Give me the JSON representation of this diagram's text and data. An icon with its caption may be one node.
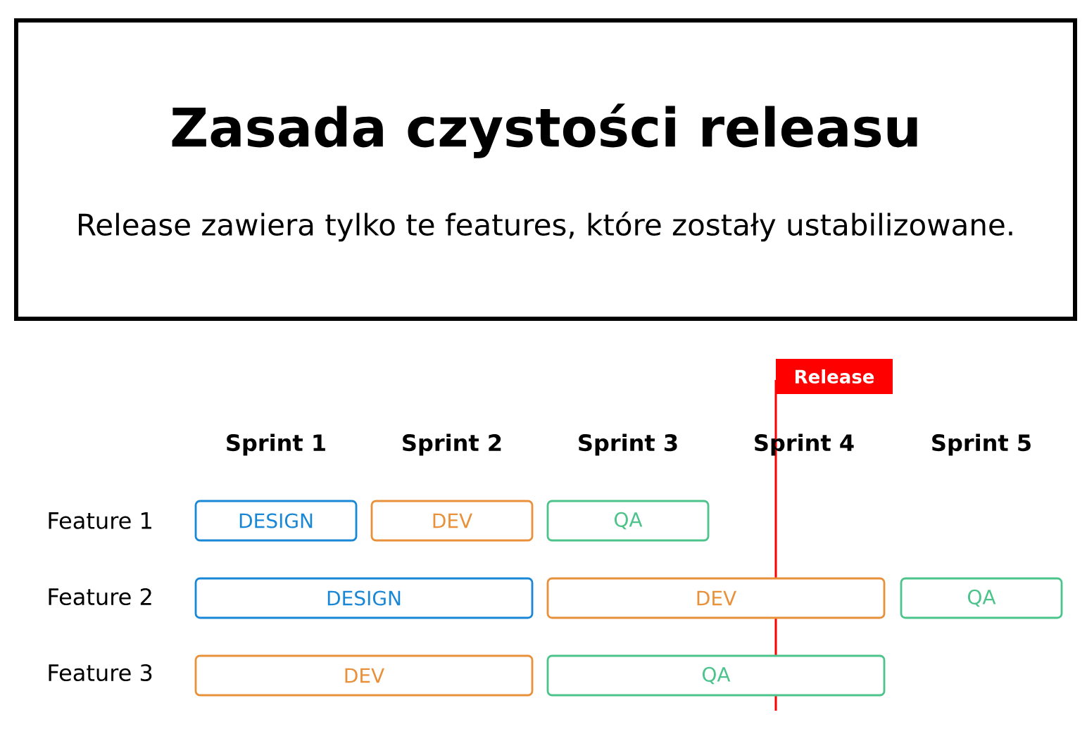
{
  "diagram": {
    "nodes": [
      {
        "text": [
          "Zasada czystości releasu",
          "Release zawiera tylko te features, które zostały ustabilizowane."
        ]
      },
      {
        "text": [
          "Release"
        ]
      },
      {
        "text": [
          "DESIGN"
        ]
      },
      {
        "text": [
          "DEV"
        ]
      },
      {
        "text": [
          "QA"
        ]
      },
      {
        "text": [
          "DESIGN"
        ]
      },
      {
        "text": [
          "DEV"
        ]
      },
      {
        "text": [
          "QA"
        ]
      },
      {
        "text": [
          "DEV"
        ]
      },
      {
        "text": [
          "QA"
        ]
      }
    ],
    "labels": [
      "Sprint 1",
      "Sprint 2",
      "Sprint 3",
      "Sprint 4",
      "Sprint 5",
      "Feature 1",
      "Feature 2",
      "Feature 3"
    ]
  }
}
